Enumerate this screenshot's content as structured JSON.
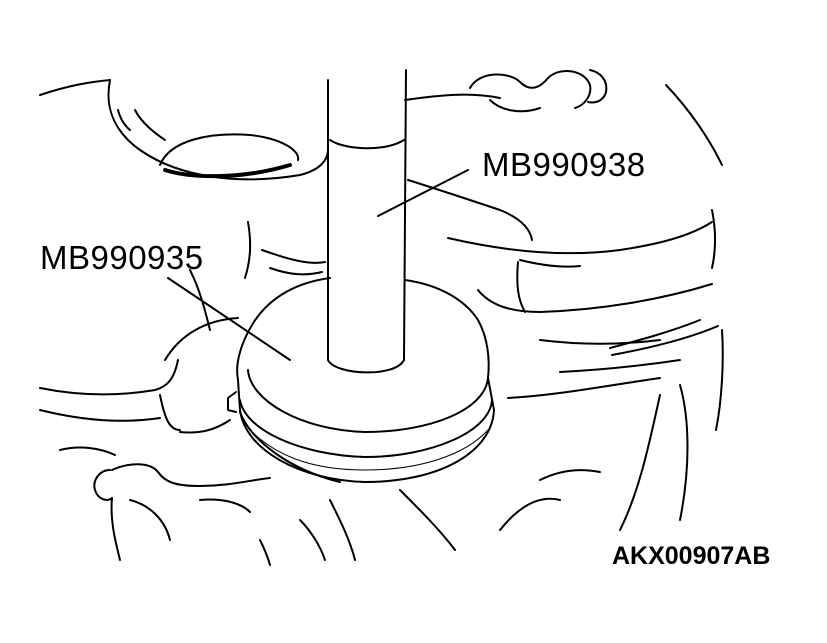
{
  "callouts": {
    "tool_upper": "MB990938",
    "tool_lower": "MB990935"
  },
  "figure_code": "AKX00907AB",
  "colors": {
    "line": "#000000",
    "background": "#ffffff"
  }
}
